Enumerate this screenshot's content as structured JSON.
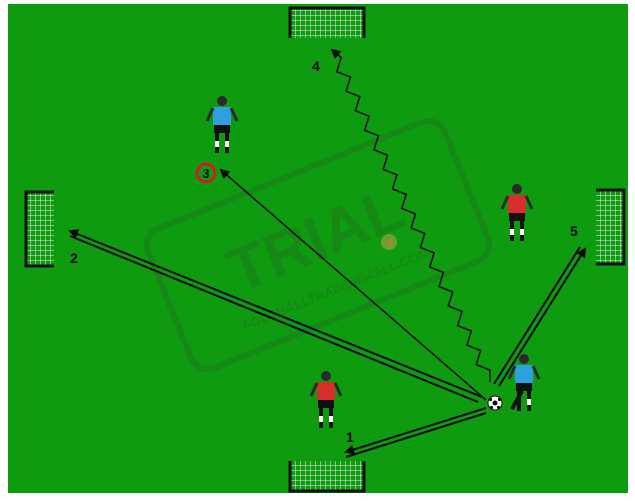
{
  "colors": {
    "pitch": "#0f9b0f",
    "pitch_border": "#ffffff",
    "arrow": "#0a0a0a",
    "blue_bib": "#2f9fe0",
    "red_bib": "#d72d2d",
    "shorts": "#111111",
    "skin": "#2a2a2a",
    "goal_frame": "#111111",
    "goal_net": "#f2f2f2",
    "marker_ring": "#cc1f1f",
    "watermark": "#1b7a1b"
  },
  "labels": {
    "pass_1": "1",
    "pass_2": "2",
    "pass_3": "3",
    "pass_4": "4",
    "pass_5": "5",
    "center_badge": "4"
  },
  "watermark": {
    "main": "TRIAL",
    "sub": "FOOTBALLTRAINING4ALL.COM"
  },
  "ball_icon": "soccer-ball-icon",
  "goal_icon": "goal-net-icon",
  "player_icon": "player-figure-icon"
}
